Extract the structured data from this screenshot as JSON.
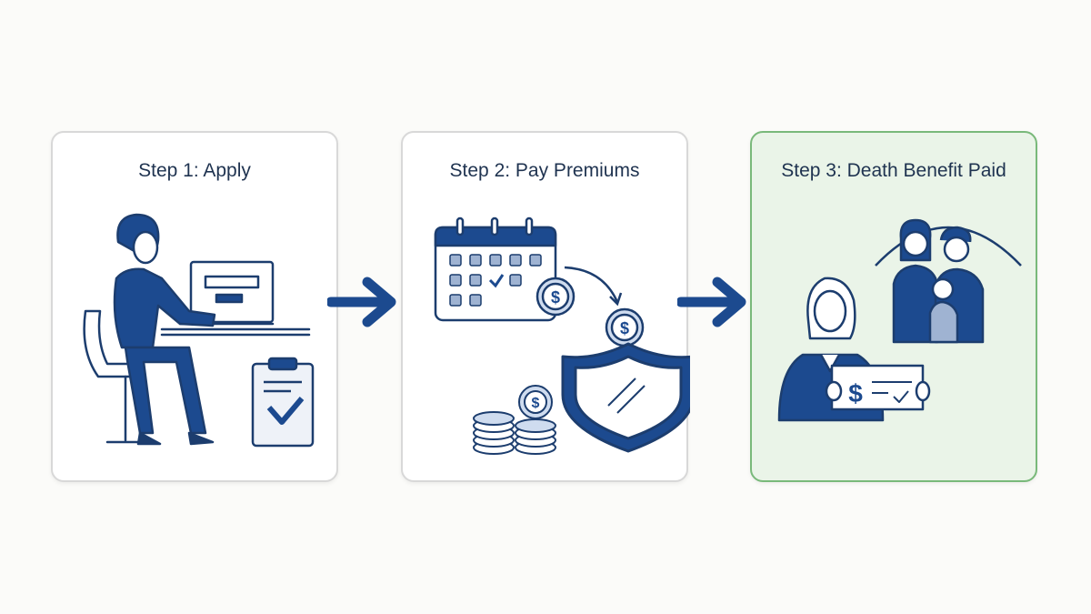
{
  "steps": [
    {
      "title": "Step 1: Apply"
    },
    {
      "title": "Step 2: Pay Premiums"
    },
    {
      "title": "Step 3: Death Benefit Paid"
    }
  ],
  "colors": {
    "navy": "#1c4a8f",
    "ink": "#1f3350",
    "card_border": "#d8d8d8",
    "highlight_bg": "#eaf4e8",
    "highlight_border": "#79b97a"
  },
  "icons": [
    "person-at-laptop-icon",
    "clipboard-check-icon",
    "calendar-icon",
    "dollar-coin-icon",
    "shield-icon",
    "coin-stack-icon",
    "family-icon",
    "woman-holding-check-icon",
    "arrow-right-icon"
  ]
}
